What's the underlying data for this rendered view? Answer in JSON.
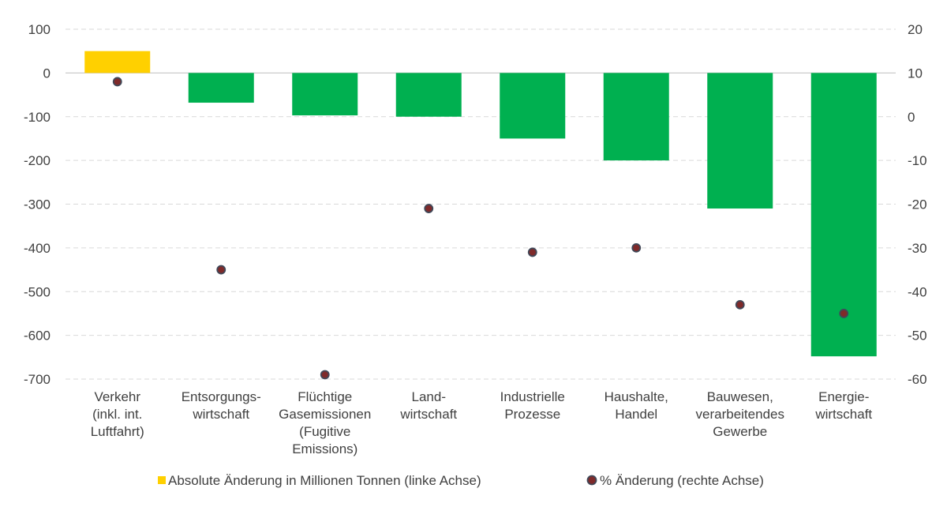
{
  "chart_data": {
    "type": "bar",
    "categories": [
      [
        "Verkehr",
        "(inkl. int.",
        "Luftfahrt)"
      ],
      [
        "Entsorgungs-",
        "wirtschaft"
      ],
      [
        "Flüchtige",
        "Gasemissionen",
        "(Fugitive",
        "Emissions)"
      ],
      [
        "Land-",
        "wirtschaft"
      ],
      [
        "Industrielle",
        "Prozesse"
      ],
      [
        "Haushalte,",
        "Handel"
      ],
      [
        "Bauwesen,",
        "verarbeitendes",
        "Gewerbe"
      ],
      [
        "Energie-",
        "wirtschaft"
      ]
    ],
    "series": [
      {
        "name": "Absolute Änderung in Millionen Tonnen (linke Achse)",
        "kind": "bar",
        "axis": "left",
        "values": [
          50,
          -68,
          -97,
          -100,
          -150,
          -200,
          -310,
          -648
        ],
        "colors": [
          "#FFD000",
          "#00B050",
          "#00B050",
          "#00B050",
          "#00B050",
          "#00B050",
          "#00B050",
          "#00B050"
        ]
      },
      {
        "name": "% Änderung (rechte Achse)",
        "kind": "scatter",
        "axis": "right",
        "values": [
          8,
          -35,
          -59,
          -21,
          -31,
          -30,
          -43,
          -45
        ],
        "color": "#7F2A2A",
        "edge_color": "#404858"
      }
    ],
    "y_left": {
      "min": -700,
      "max": 100,
      "ticks": [
        100,
        0,
        -100,
        -200,
        -300,
        -400,
        -500,
        -600,
        -700
      ]
    },
    "y_right": {
      "min": -60,
      "max": 20,
      "ticks": [
        20,
        10,
        0,
        -10,
        -20,
        -30,
        -40,
        -50,
        -60
      ]
    },
    "grid": true,
    "legend_position": "bottom"
  }
}
